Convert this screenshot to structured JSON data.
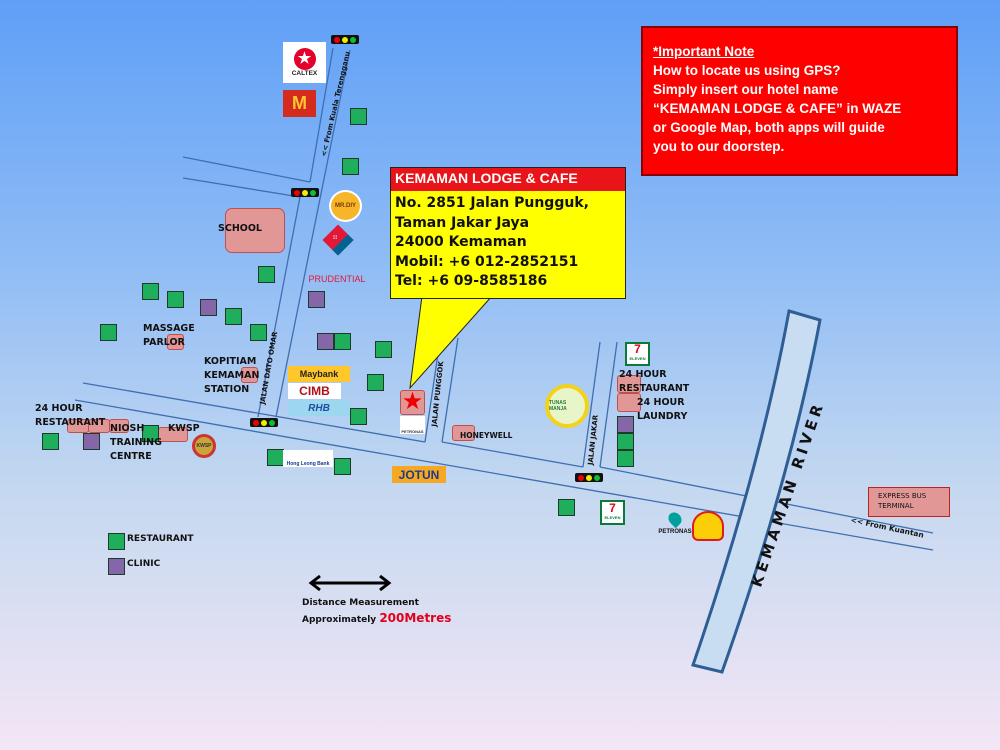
{
  "note": {
    "title": "*Important Note",
    "lines": [
      "How to locate us using GPS?",
      "Simply insert our hotel name",
      "“KEMAMAN LODGE & CAFE” in WAZE",
      "or Google Map, both apps will guide",
      "you to our doorstep."
    ]
  },
  "callout": {
    "name": "KEMAMAN LODGE & CAFE",
    "lines": [
      "No. 2851 Jalan Pungguk,",
      "Taman Jakar Jaya",
      "24000 Kemaman",
      "Mobil: +6 012-2852151",
      "Tel: +6 09-8585186"
    ]
  },
  "roads": {
    "dato_omar": "JALAN DATO OMAR",
    "punggok": "JALAN PUNGGOK",
    "jakar": "JALAN JAKAR",
    "from_kt": "<< From Kuala Terengganu",
    "from_kuantan": "<< From Kuantan",
    "river": "KEMAMAN RIVER"
  },
  "places": {
    "school": "SCHOOL",
    "massage": [
      "MASSAGE",
      "PARLOR"
    ],
    "kopitiam": [
      "KOPITIAM",
      "KEMAMAN",
      "STATION"
    ],
    "restaurant24_left": [
      "24 HOUR",
      "RESTAURANT"
    ],
    "niosh": [
      "NIOSH",
      "TRAINING",
      "CENTRE"
    ],
    "kwsp": "KWSP",
    "honeywell": "HONEYWELL",
    "restaurant24_right": [
      "24 HOUR",
      "RESTAURANT"
    ],
    "laundry": [
      "24 HOUR",
      "LAUNDRY"
    ],
    "express_bus": [
      "EXPRESS BUS",
      "TERMINAL"
    ]
  },
  "logos": {
    "caltex": "CALTEX",
    "mcd": "McDonald's",
    "mrdiy": "MR.DIY",
    "dominos": "Domino's Pizza",
    "prudential": "PRUDENTIAL",
    "maybank": "Maybank",
    "cimb": "CIMB",
    "rhb": "RHB",
    "hongleong": "Hong Leong Bank",
    "jotun": "JOTUN",
    "petronas_small": "PETRONAS",
    "petronas": "PETRONAS",
    "seven": "7",
    "seven_sub": "ELEVEN",
    "tunas": "TUNAS MANJA",
    "kwsp_logo": "KWSP"
  },
  "legend": {
    "restaurant": "RESTAURANT",
    "clinic": "CLINIC"
  },
  "scale": {
    "label": "Distance Measurement",
    "prefix": "Approximately",
    "value": "200Metres"
  },
  "colors": {
    "restaurant": "#1fae5c",
    "clinic": "#8566a8",
    "landmark": "#e29797",
    "note_bg": "#ff0000",
    "callout_bg": "#ffff00"
  }
}
